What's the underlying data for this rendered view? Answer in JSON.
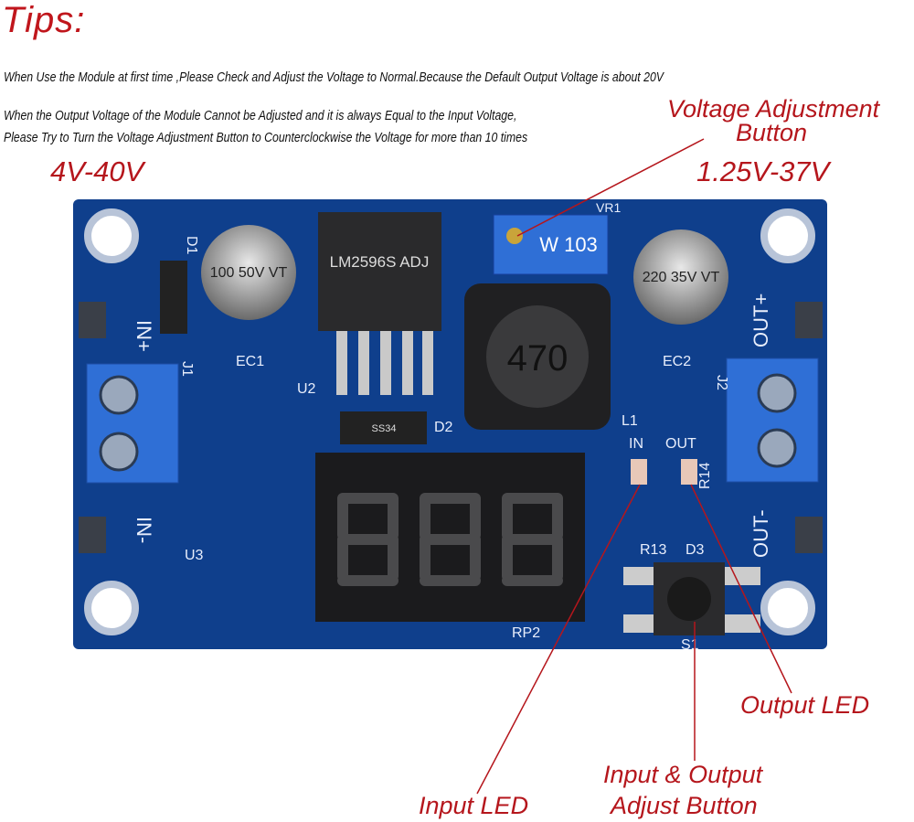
{
  "tips_heading": "Tips:",
  "notes": [
    "When Use the Module at first time ,Please Check and Adjust the Voltage to Normal.Because the Default Output Voltage is about 20V",
    "When the Output Voltage of the Module Cannot be Adjusted and it is always Equal to the Input Voltage,",
    "Please Try to Turn the Voltage Adjustment Button to Counterclockwise the Voltage for more than 10 times"
  ],
  "input_range": "4V-40V",
  "output_range": "1.25V-37V",
  "callouts": {
    "voltage_adjust_1": "Voltage Adjustment",
    "voltage_adjust_2": "Button",
    "output_led": "Output LED",
    "input_led": "Input LED",
    "adjust_button_1": "Input & Output",
    "adjust_button_2": "Adjust Button"
  },
  "silkscreen": {
    "in_plus": "IN+",
    "in_minus": "IN-",
    "out_plus": "OUT+",
    "out_minus": "OUT-",
    "ec1": "EC1",
    "ec2": "EC2",
    "cap1": "100 50V VT",
    "cap2": "220 35V VT",
    "u2": "U2",
    "u3": "U3",
    "ic": "LM2596S ADJ",
    "inductor": "470",
    "l1": "L1",
    "pot": "W 103",
    "vr1": "VR1",
    "rp2": "RP2",
    "d2": "D2",
    "d3": "D3",
    "diode": "SS34",
    "led_in": "IN",
    "led_out": "OUT",
    "r14": "R14",
    "r13": "R13",
    "s1": "S1",
    "j1": "J1",
    "j2": "J2",
    "d1": "D1"
  },
  "colors": {
    "board": "#0f3f8c",
    "accent": "#b5161c",
    "terminal": "#2f6fd6"
  }
}
